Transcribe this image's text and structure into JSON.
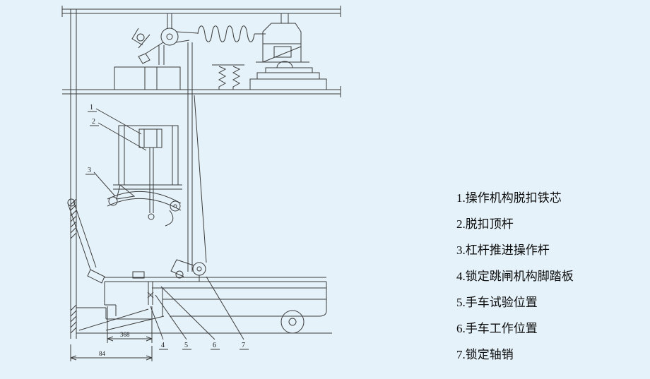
{
  "page": {
    "background": "#e5f2f9"
  },
  "legend": {
    "items": [
      "1.操作机构脱扣铁芯",
      "2.脱扣顶杆",
      "3.杠杆推进操作杆",
      "4.锁定跳闸机构脚踏板",
      "5.手车试验位置",
      "6.手车工作位置",
      "7.锁定轴销"
    ]
  },
  "drawing": {
    "callouts": {
      "c1": "1",
      "c2": "2",
      "c3": "3",
      "c4": "4",
      "c5": "5",
      "c6": "6",
      "c7": "7"
    },
    "dim_top": "368",
    "dim_bottom": "84"
  }
}
